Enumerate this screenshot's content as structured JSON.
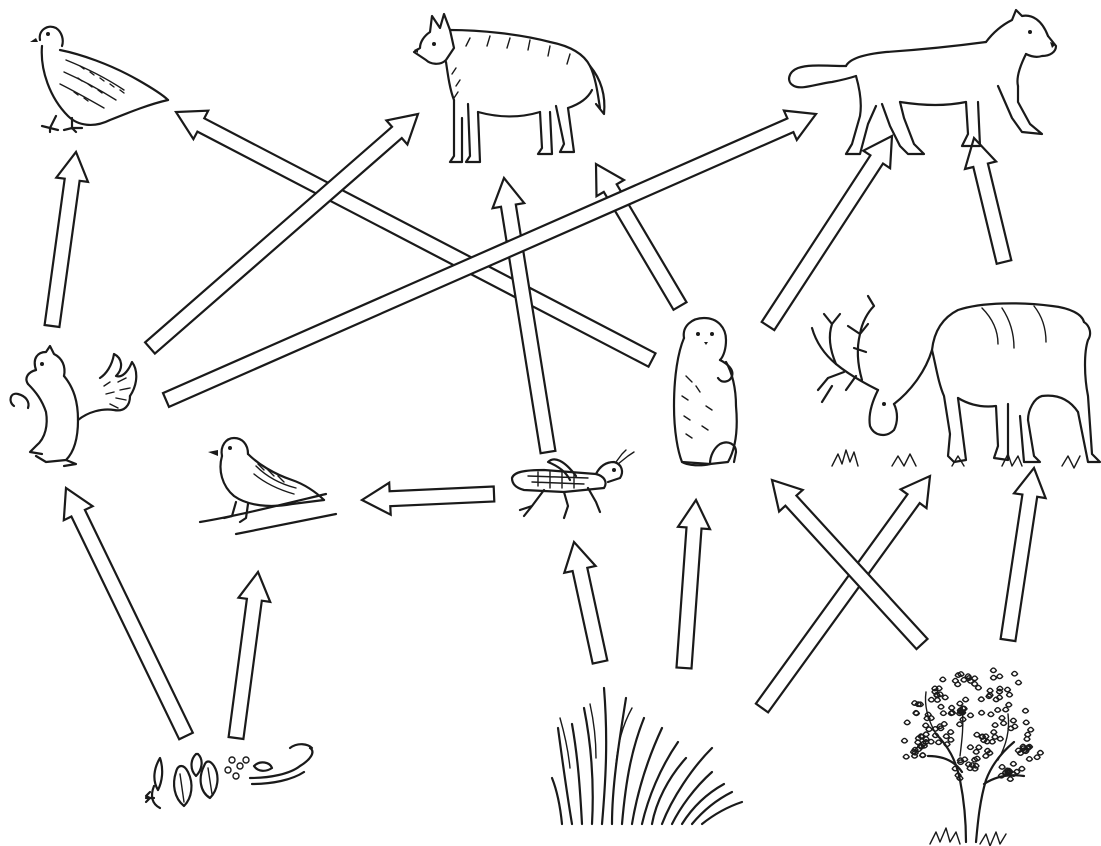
{
  "diagram": {
    "type": "food-web",
    "organisms": [
      {
        "id": "hawk",
        "icon": "hawk-icon"
      },
      {
        "id": "wolf",
        "icon": "wolf-icon"
      },
      {
        "id": "cougar",
        "icon": "cougar-icon"
      },
      {
        "id": "squirrel",
        "icon": "squirrel-icon"
      },
      {
        "id": "sparrow",
        "icon": "sparrow-icon"
      },
      {
        "id": "grasshopper",
        "icon": "grasshopper-icon"
      },
      {
        "id": "prairie-dog",
        "icon": "prairie-dog-icon"
      },
      {
        "id": "elk",
        "icon": "elk-icon"
      },
      {
        "id": "seeds-insects",
        "icon": "seeds-and-insects-icon"
      },
      {
        "id": "grass",
        "icon": "grass-icon"
      },
      {
        "id": "shrub",
        "icon": "shrub-icon"
      }
    ],
    "links": [
      {
        "from": "squirrel",
        "to": "hawk"
      },
      {
        "from": "prairie-dog",
        "to": "hawk"
      },
      {
        "from": "squirrel",
        "to": "wolf"
      },
      {
        "from": "grasshopper",
        "to": "wolf"
      },
      {
        "from": "prairie-dog",
        "to": "wolf"
      },
      {
        "from": "squirrel",
        "to": "cougar"
      },
      {
        "from": "prairie-dog",
        "to": "cougar"
      },
      {
        "from": "elk",
        "to": "cougar"
      },
      {
        "from": "grasshopper",
        "to": "sparrow"
      },
      {
        "from": "seeds-insects",
        "to": "squirrel"
      },
      {
        "from": "seeds-insects",
        "to": "sparrow"
      },
      {
        "from": "grass",
        "to": "grasshopper"
      },
      {
        "from": "grass",
        "to": "prairie-dog"
      },
      {
        "from": "grass",
        "to": "elk"
      },
      {
        "from": "shrub",
        "to": "prairie-dog"
      },
      {
        "from": "shrub",
        "to": "elk"
      }
    ]
  }
}
